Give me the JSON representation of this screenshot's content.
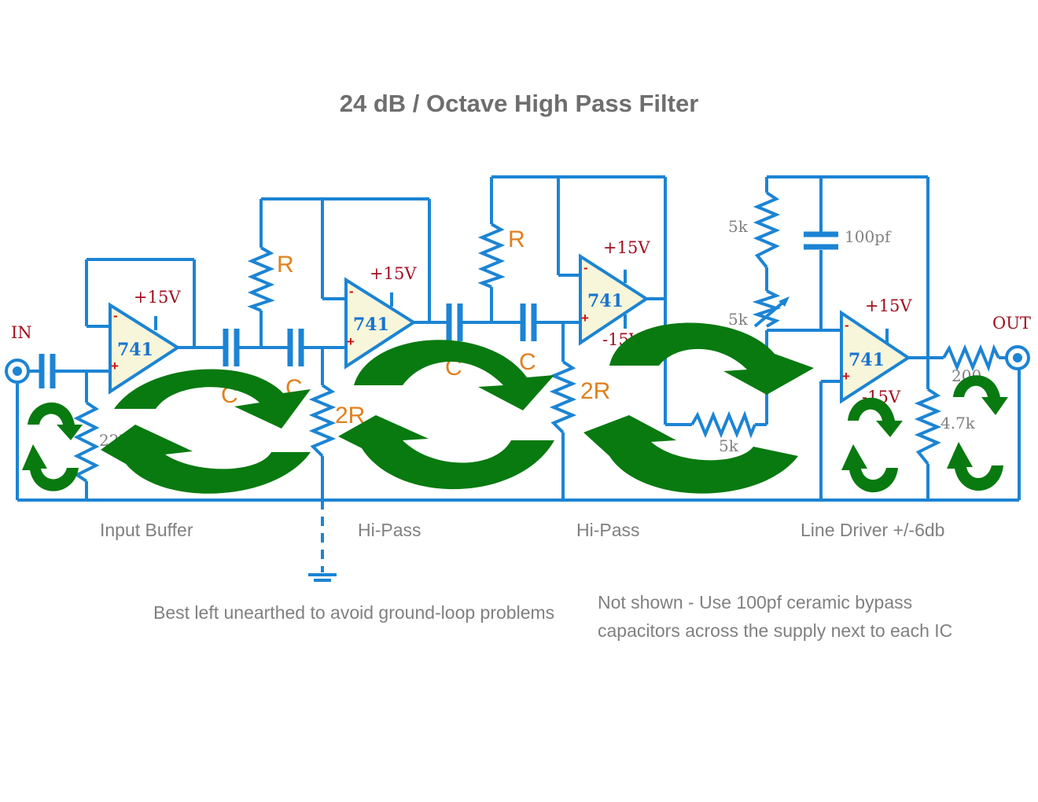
{
  "title": "24 dB / Octave High Pass Filter",
  "labels": {
    "in": "IN",
    "out": "OUT",
    "opamp": "741",
    "plus15": "+15V",
    "minus15": "-15V",
    "r": "R",
    "two_r": "2R",
    "c": "C",
    "r_5k": "5k",
    "cap_100pf": "100pf",
    "r_200": "200",
    "r_4k7": "4.7k",
    "r_22k": "22k",
    "minus_sign": "-",
    "plus_sign": "+"
  },
  "sections": {
    "input_buffer": "Input Buffer",
    "hipass_1": "Hi-Pass",
    "hipass_2": "Hi-Pass",
    "line_driver": "Line Driver +/-6db"
  },
  "notes": {
    "ground": "Best left unearthed to avoid ground-loop problems",
    "bypass_line1": "Not shown - Use 100pf ceramic bypass",
    "bypass_line2": "capacitors across the supply next to each IC"
  },
  "colors": {
    "wire": "#1c84d4",
    "component_label": "#e0801c",
    "supply_label": "#a01020",
    "overlay_arrow": "#087a10",
    "opamp_fill": "#f8f6da"
  }
}
